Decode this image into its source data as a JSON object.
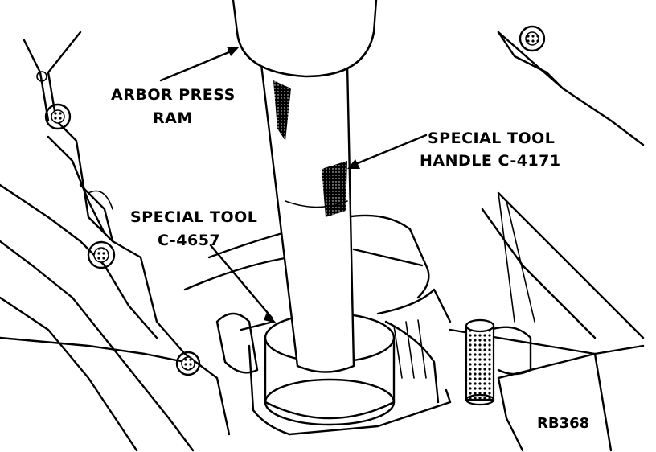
{
  "labels": {
    "arbor_line1": "ARBOR PRESS",
    "arbor_line2": "RAM",
    "handle_line1": "SPECIAL TOOL",
    "handle_line2": "HANDLE C-4171",
    "tool_line1": "SPECIAL TOOL",
    "tool_line2": "C-4657",
    "figure_code": "RB368"
  },
  "colors": {
    "ink": "#000000",
    "paper": "#ffffff"
  }
}
